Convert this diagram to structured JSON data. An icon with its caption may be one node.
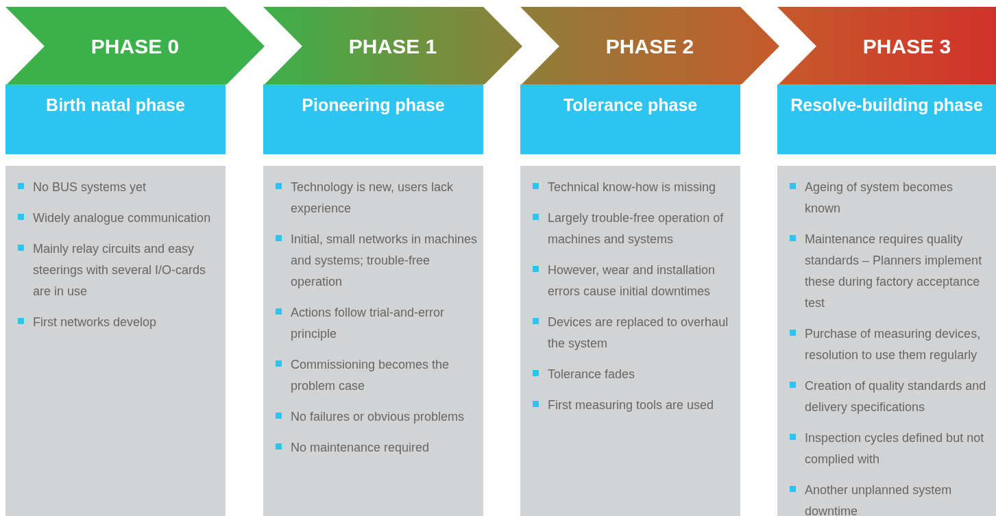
{
  "diagram": {
    "nodes": [
      {
        "text": [
          "PHASE 0"
        ]
      },
      {
        "text": [
          "Birth natal phase"
        ]
      },
      {
        "text": [
          "No BUS systems yet",
          "Widely analogue communication",
          "Mainly relay circuits and easy steerings with several I/O-cards are in use",
          "First networks develop"
        ]
      },
      {
        "text": [
          "PHASE 1"
        ]
      },
      {
        "text": [
          "Pioneering phase"
        ]
      },
      {
        "text": [
          "Technology is new, users lack experience",
          "Initial, small networks in machines and systems; trouble-free operation",
          "Actions follow trial-and-error principle",
          "Commissioning becomes the problem case",
          "No failures or obvious problems",
          "No maintenance required"
        ]
      },
      {
        "text": [
          "PHASE 2"
        ]
      },
      {
        "text": [
          "Tolerance phase"
        ]
      },
      {
        "text": [
          "Technical know-how is missing",
          "Largely trouble-free operation of machines and systems",
          "However, wear and installation errors cause initial downtimes",
          "Devices are replaced to overhaul the system",
          "Tolerance fades",
          "First measuring tools are used"
        ]
      },
      {
        "text": [
          "PHASE 3"
        ]
      },
      {
        "text": [
          "Resolve-building phase"
        ]
      },
      {
        "text": [
          "Ageing of system becomes known",
          "Maintenance requires quality standards – Planners implement these during factory acceptance test",
          "Purchase of measuring devices, resolution to use them regularly",
          "Creation of quality standards and delivery specifications",
          "Inspection cycles defined but not complied with",
          "Another unplanned system downtime"
        ]
      }
    ]
  }
}
